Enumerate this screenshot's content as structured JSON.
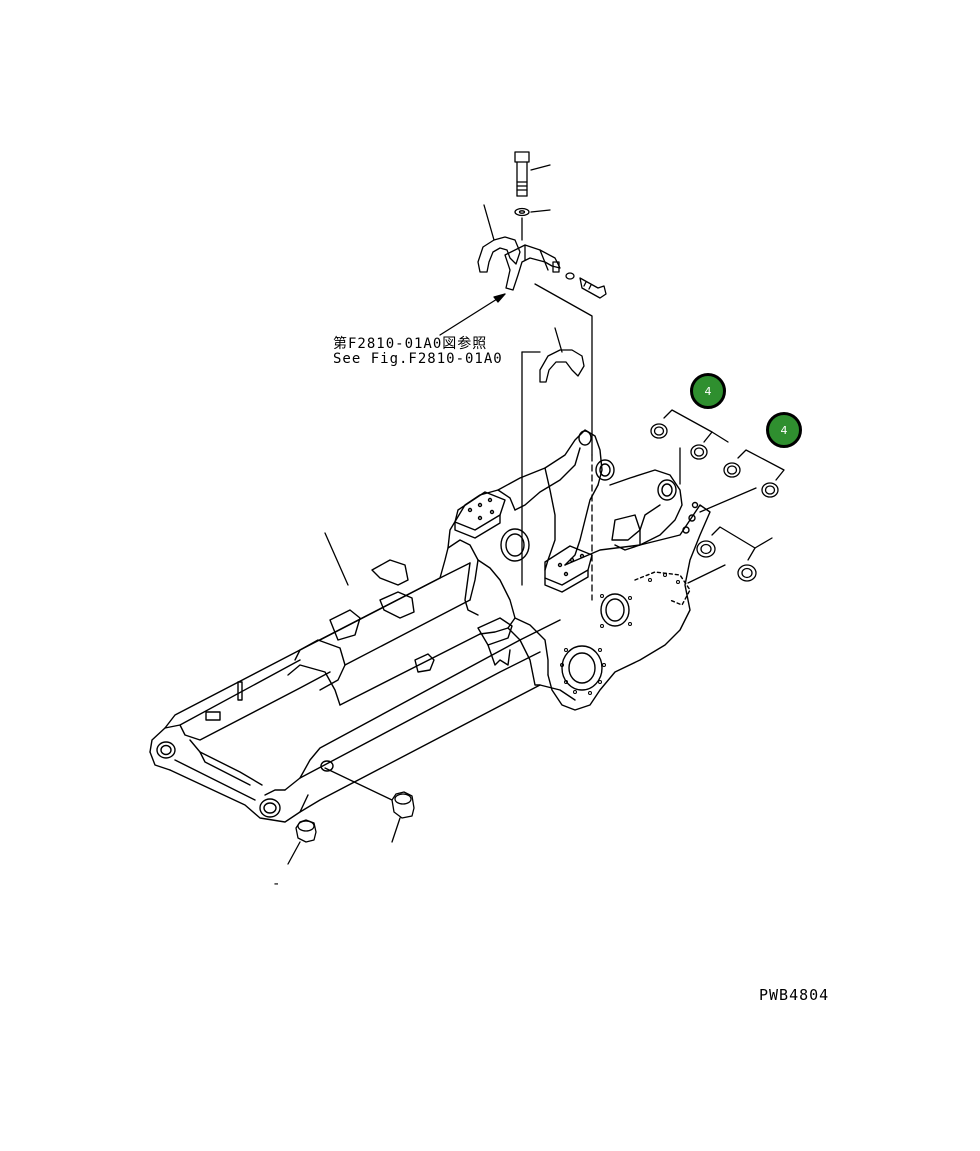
{
  "reference": {
    "japanese": "第F2810-01A0図参照",
    "english": "See Fig.F2810-01A0"
  },
  "callouts": [
    {
      "label": "4",
      "color": "#2f8f2f"
    },
    {
      "label": "4",
      "color": "#2f8f2f"
    }
  ],
  "drawing_id": "PWB4804",
  "footnote_mark": "-"
}
